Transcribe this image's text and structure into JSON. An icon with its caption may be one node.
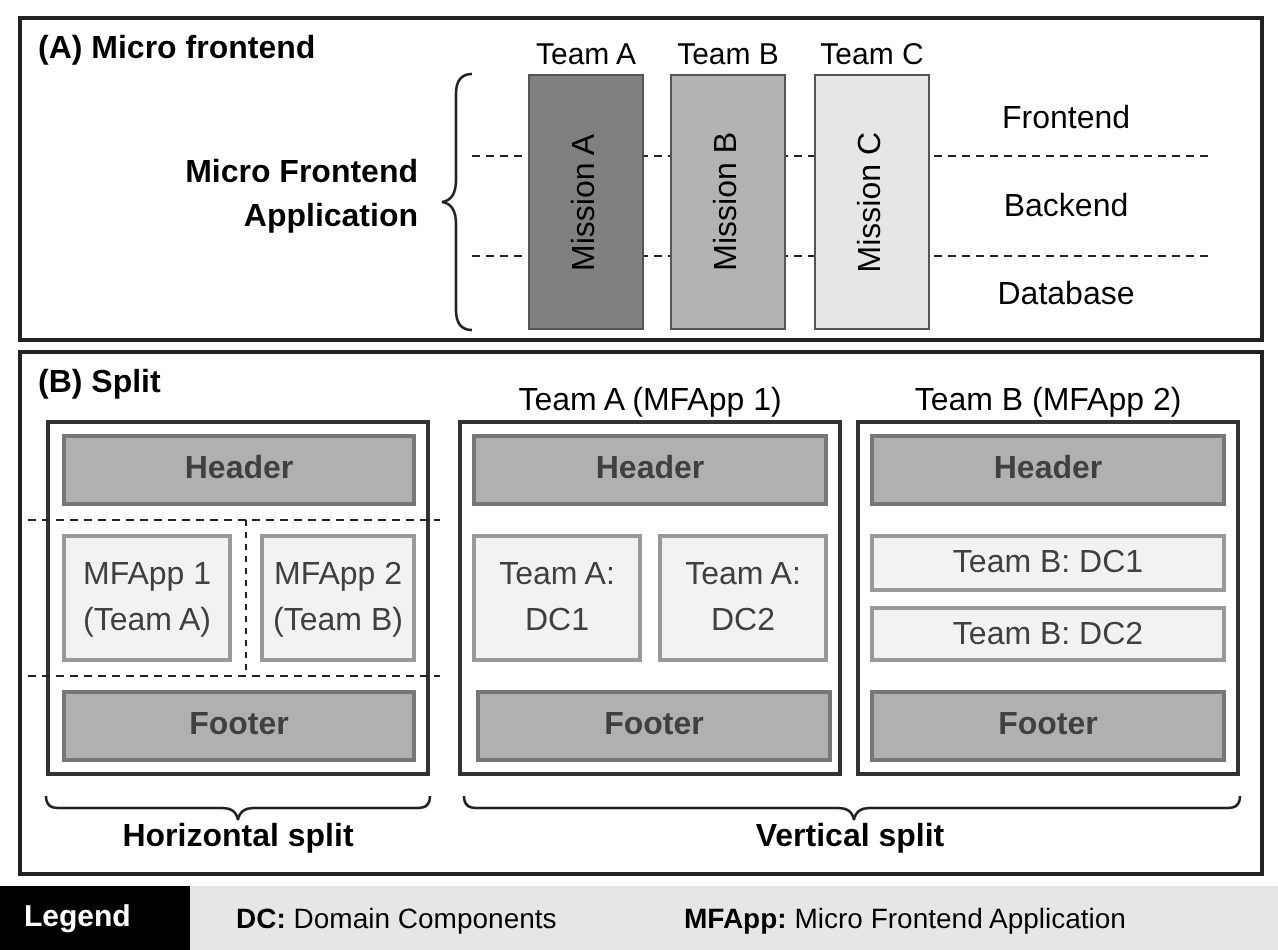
{
  "diagram": {
    "nodes": [
      {
        "text": [
          "(A) Micro frontend"
        ]
      },
      {
        "text": [
          "Mission A"
        ],
        "in": 0,
        "beside": [
          "Team A"
        ]
      },
      {
        "text": [
          "Mission B"
        ],
        "in": 0,
        "beside": [
          "Team B"
        ]
      },
      {
        "text": [
          "Mission C"
        ],
        "in": 0,
        "beside": [
          "Team C"
        ]
      },
      {
        "text": [
          "(B) Split"
        ]
      },
      {
        "text": [],
        "shape": "box",
        "in": 4
      },
      {
        "text": [
          "Header"
        ],
        "in": 5
      },
      {
        "text": [
          "MFApp 1 (Team A)"
        ],
        "in": 5
      },
      {
        "text": [
          "MFApp 2 (Team B)"
        ],
        "in": 5
      },
      {
        "text": [
          "Footer"
        ],
        "in": 5
      },
      {
        "text": [
          "Team A (MFApp 1)"
        ],
        "in": 4
      },
      {
        "text": [
          "Header"
        ],
        "in": 10
      },
      {
        "text": [
          "Team A: DC1"
        ],
        "in": 10
      },
      {
        "text": [
          "Team A: DC2"
        ],
        "in": 10
      },
      {
        "text": [
          "Footer"
        ],
        "in": 10
      },
      {
        "text": [
          "Team B (MFApp 2)"
        ],
        "in": 4
      },
      {
        "text": [
          "Header"
        ],
        "in": 15
      },
      {
        "text": [
          "Team B: DC1"
        ],
        "in": 15
      },
      {
        "text": [
          "Team B: DC2"
        ],
        "in": 15
      },
      {
        "text": [
          "Footer"
        ],
        "in": 15
      }
    ],
    "labels": [
      "Micro Frontend Application",
      "Frontend",
      "Backend",
      "Database",
      "Horizontal split",
      "Vertical split",
      "Legend",
      "**DC:** Domain Components",
      "**MFApp:** Micro Frontend Application"
    ]
  }
}
